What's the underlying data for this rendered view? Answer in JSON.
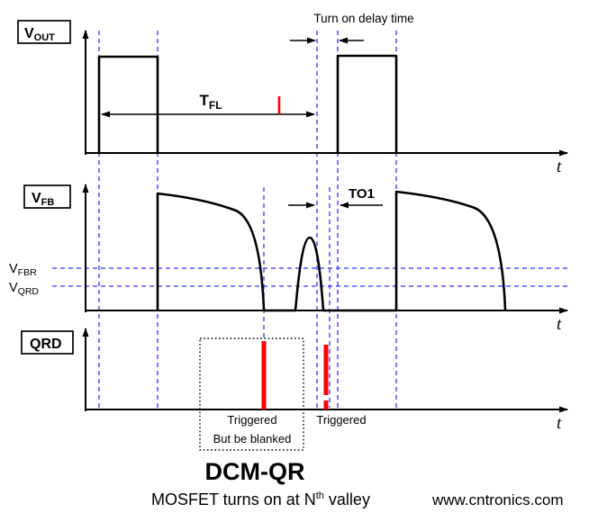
{
  "colors": {
    "waveform_black": "#000000",
    "guide_blue": "#3333ff",
    "trigger_red": "#ff0000",
    "watermark_green": "#99cc66"
  },
  "panel_vout": {
    "label": {
      "base": "V",
      "sub": "OUT"
    },
    "delay_annotation": "Turn on delay time",
    "tfl": {
      "base": "T",
      "sub": "FL"
    },
    "t_axis": "t"
  },
  "panel_vfb": {
    "label": {
      "base": "V",
      "sub": "FB"
    },
    "to1": "TO1",
    "vfbr": {
      "base": "V",
      "sub": "FBR"
    },
    "vqrd": {
      "base": "V",
      "sub": "QRD"
    },
    "t_axis": "t"
  },
  "panel_qrd": {
    "label": "QRD",
    "blanked_caption": {
      "line1": "Triggered",
      "line2": "But be blanked"
    },
    "trigger_caption": "Triggered",
    "t_axis": "t"
  },
  "footer": {
    "title": "DCM-QR",
    "subtitle": {
      "pre": "MOSFET turns on at N",
      "sup": "th",
      "post": " valley"
    },
    "watermark": "www.cntronics.com"
  }
}
